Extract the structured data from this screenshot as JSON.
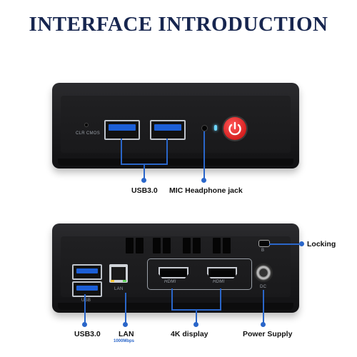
{
  "header": {
    "title": "INTERFACE INTRODUCTION"
  },
  "front": {
    "clr_cmos_label": "CLR CMOS"
  },
  "back": {
    "usb_label": "USB",
    "lan_port_label": "LAN",
    "hdmi_label": "HDMI",
    "dc_label": "DC",
    "lock_label": "B"
  },
  "callouts": {
    "usb3_front": "USB3.0",
    "mic_headphone": "MIC Headphone jack",
    "usb3_back": "USB3.0",
    "lan": "LAN",
    "lan_speed": "1000Mbps",
    "display": "4K display",
    "power": "Power Supply",
    "locking": "Locking"
  },
  "colors": {
    "title": "#17264f",
    "callout_line": "#2a66c9",
    "usb_blue": "#1c5fd6",
    "power_button": "#e02a2a"
  }
}
